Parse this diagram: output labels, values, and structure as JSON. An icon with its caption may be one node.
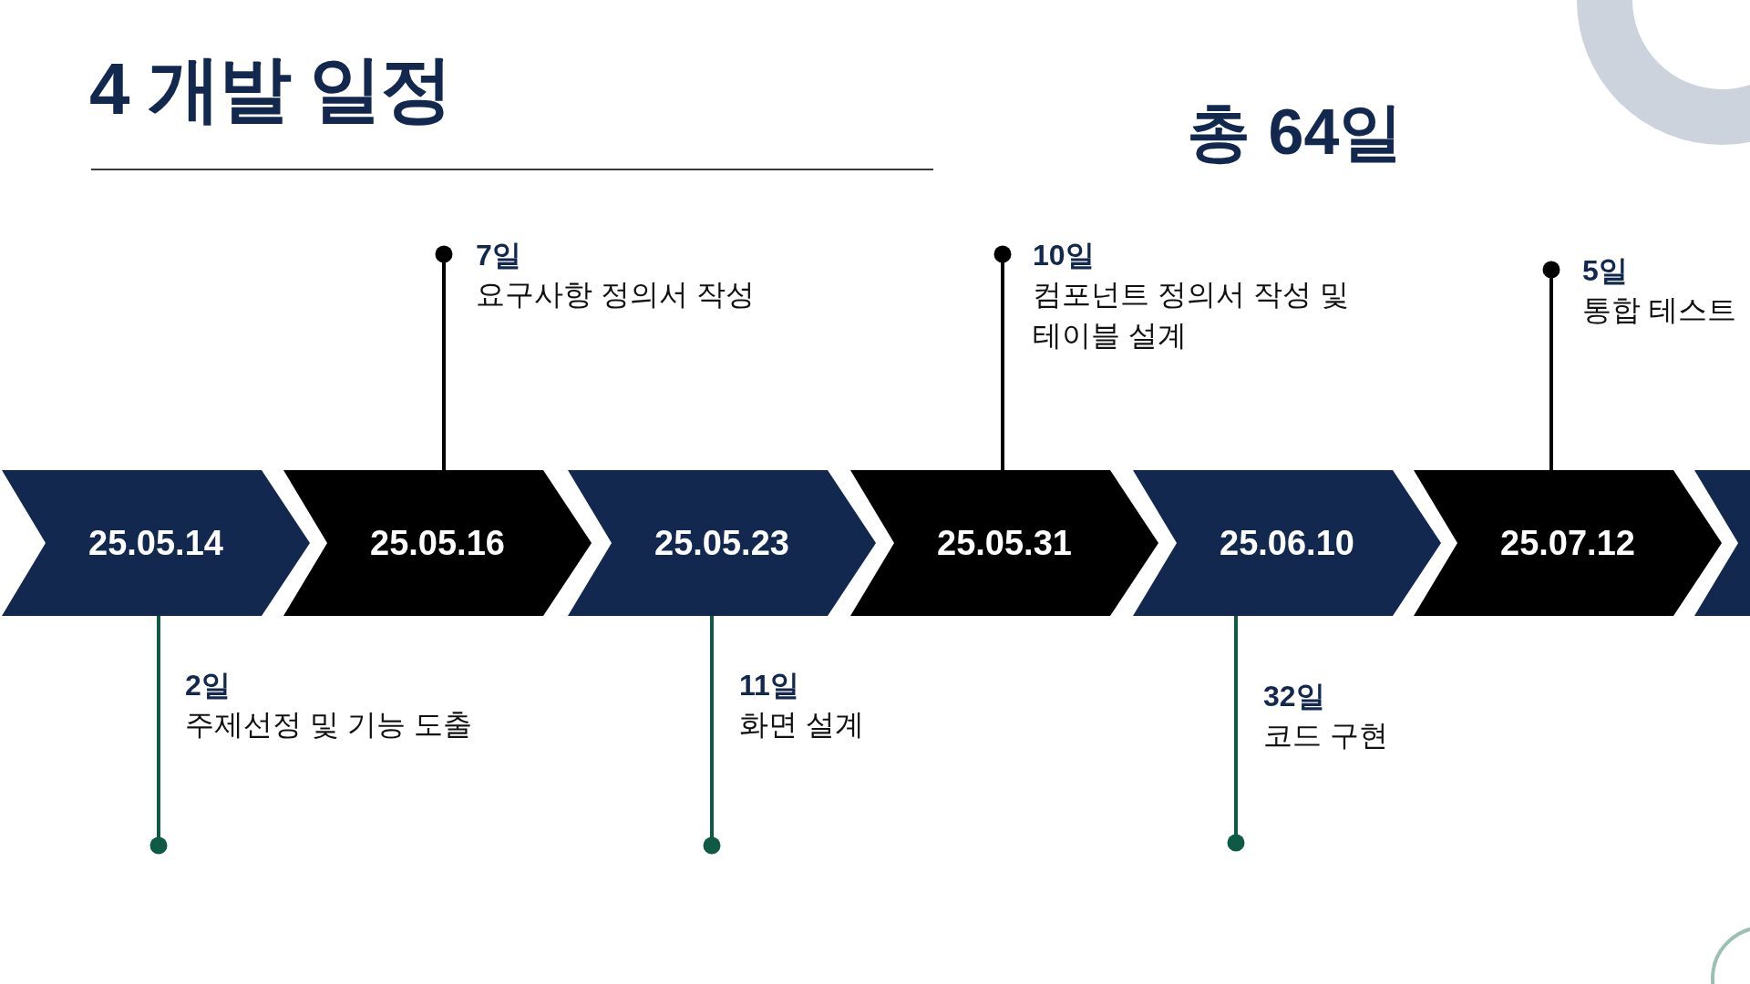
{
  "diagram": {
    "title": "4 개발 일정",
    "nodes": [
      {
        "text": [
          "25.05.14"
        ]
      },
      {
        "text": [
          "25.05.16"
        ]
      },
      {
        "text": [
          "25.05.23"
        ]
      },
      {
        "text": [
          "25.05.31"
        ]
      },
      {
        "text": [
          "25.06.10"
        ]
      },
      {
        "text": [
          "25.07.12"
        ]
      },
      {
        "text": [],
        "shape": "chevron"
      },
      {
        "text": [
          "2일",
          "주제선정 및 기능 도출"
        ]
      },
      {
        "text": [
          "7일",
          "요구사항 정의서 작성"
        ]
      },
      {
        "text": [
          "11일",
          "화면 설계"
        ]
      },
      {
        "text": [
          "10일",
          "컴포넌트 정의서 작성 및 테이블 설계"
        ]
      },
      {
        "text": [
          "32일",
          "코드 구현"
        ]
      },
      {
        "text": [
          "5일",
          "통합 테스트"
        ]
      }
    ],
    "edges": [
      {
        "from": 0,
        "to": 7,
        "arrow": "other",
        "color": "#0f5a44"
      },
      {
        "from": 1,
        "to": 8,
        "arrow": "other"
      },
      {
        "from": 2,
        "to": 9,
        "arrow": "other",
        "color": "#0f5a44"
      },
      {
        "from": 3,
        "to": 10,
        "arrow": "other"
      },
      {
        "from": 4,
        "to": 11,
        "arrow": "other",
        "color": "#0f5a44"
      },
      {
        "from": 5,
        "to": 12,
        "arrow": "other"
      }
    ],
    "labels": [
      "총 64일"
    ]
  }
}
